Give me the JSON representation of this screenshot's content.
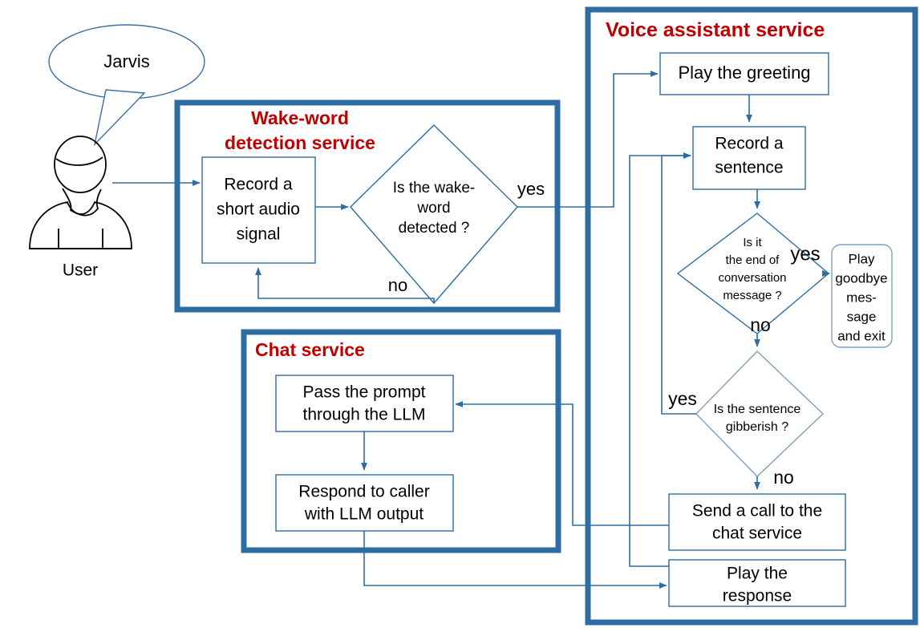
{
  "diagram": {
    "title": "Voice assistant architecture flowchart",
    "colors": {
      "service_border": "#2e6da4",
      "service_title": "#c00000",
      "node_border": "#2e6da4",
      "connector": "#2e6da4",
      "actor_outline": "#000000",
      "bubble_outline": "#3c6ea5",
      "label_text": "#000000",
      "background": "#ffffff"
    },
    "actor": {
      "name": "user-actor",
      "label": "User",
      "speech_bubble": "Jarvis"
    },
    "services": [
      {
        "id": "wake-word-detection-service",
        "title": "Wake-word\ndetection service",
        "title_line1": "Wake-word",
        "title_line2": "detection service"
      },
      {
        "id": "chat-service",
        "title": "Chat service",
        "title_line1": "Chat service",
        "title_line2": ""
      },
      {
        "id": "voice-assistant-service",
        "title": "Voice assistant service",
        "title_line1": "Voice assistant service",
        "title_line2": ""
      }
    ],
    "nodes": [
      {
        "id": "record-short-audio-signal",
        "shape": "process",
        "lines": [
          "Record a",
          "short audio",
          "signal"
        ],
        "service": "wake-word-detection-service"
      },
      {
        "id": "is-wake-word-detected",
        "shape": "decision",
        "lines": [
          "Is the wake-",
          "word",
          "detected ?"
        ],
        "service": "wake-word-detection-service"
      },
      {
        "id": "pass-prompt-through-llm",
        "shape": "process",
        "lines": [
          "Pass the prompt",
          "through the LLM"
        ],
        "service": "chat-service"
      },
      {
        "id": "respond-to-caller-with-llm-output",
        "shape": "process",
        "lines": [
          "Respond to caller",
          "with LLM output"
        ],
        "service": "chat-service"
      },
      {
        "id": "play-the-greeting",
        "shape": "process",
        "lines": [
          "Play the greeting"
        ],
        "service": "voice-assistant-service"
      },
      {
        "id": "record-a-sentence",
        "shape": "process",
        "lines": [
          "Record a",
          "sentence"
        ],
        "service": "voice-assistant-service"
      },
      {
        "id": "is-end-of-conversation-message",
        "shape": "decision",
        "lines": [
          "Is it",
          "the end of",
          "conversation",
          "message ?"
        ],
        "service": "voice-assistant-service"
      },
      {
        "id": "play-goodbye-message-and-exit",
        "shape": "rounded",
        "lines": [
          "Play",
          "goodbye",
          "mes-",
          "sage",
          "and exit"
        ],
        "service": "voice-assistant-service"
      },
      {
        "id": "is-sentence-gibberish",
        "shape": "decision",
        "lines": [
          "Is the sentence",
          "gibberish ?"
        ],
        "service": "voice-assistant-service"
      },
      {
        "id": "send-a-call-to-the-chat-service",
        "shape": "process",
        "lines": [
          "Send a call to the",
          "chat service"
        ],
        "service": "voice-assistant-service"
      },
      {
        "id": "play-the-response",
        "shape": "process",
        "lines": [
          "Play the",
          "response"
        ],
        "service": "voice-assistant-service"
      }
    ],
    "edge_labels": [
      {
        "id": "wake-word-yes",
        "text": "yes"
      },
      {
        "id": "wake-word-no",
        "text": "no"
      },
      {
        "id": "end-of-conversation-yes",
        "text": "yes"
      },
      {
        "id": "end-of-conversation-no",
        "text": "no"
      },
      {
        "id": "gibberish-yes",
        "text": "yes"
      },
      {
        "id": "gibberish-no",
        "text": "no"
      }
    ]
  }
}
